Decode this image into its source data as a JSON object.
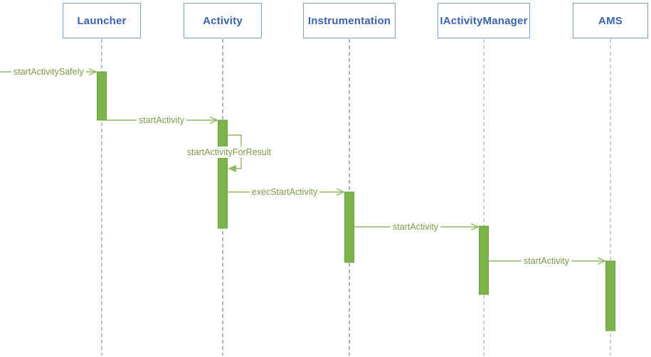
{
  "diagram": {
    "type": "uml-sequence",
    "lifelines": [
      {
        "label": "Launcher",
        "line_color": "#91a4d4"
      },
      {
        "label": "Activity",
        "line_color": "#8590a6"
      },
      {
        "label": "Instrumentation",
        "line_color": "#7f90ae"
      },
      {
        "label": "IActivityManager",
        "line_color": "#b5b8c0"
      },
      {
        "label": "AMS",
        "line_color": "#b5b8c0"
      }
    ],
    "messages": [
      {
        "label": "startActivitySafely",
        "from": "offscreen-left",
        "to": "Launcher",
        "style": "open-arrow"
      },
      {
        "label": "startActivity",
        "from": "Launcher",
        "to": "Activity",
        "style": "open-arrow"
      },
      {
        "label": "startActivityForResult",
        "from": "Activity",
        "to": "Activity",
        "style": "self-call-filled-arrow"
      },
      {
        "label": "execStartActivity",
        "from": "Activity",
        "to": "Instrumentation",
        "style": "open-arrow"
      },
      {
        "label": "startActivity",
        "from": "Instrumentation",
        "to": "IActivityManager",
        "style": "open-arrow"
      },
      {
        "label": "startActivity",
        "from": "IActivityManager",
        "to": "AMS",
        "style": "open-arrow"
      }
    ],
    "colors": {
      "head_box_border": "#7e9fd3",
      "head_box_text": "#3a62ae",
      "activation_fill": "#7ab44b",
      "activation_border": "#6ba03e",
      "message_line": "#94ba60",
      "message_text": "#7e9c45"
    }
  }
}
